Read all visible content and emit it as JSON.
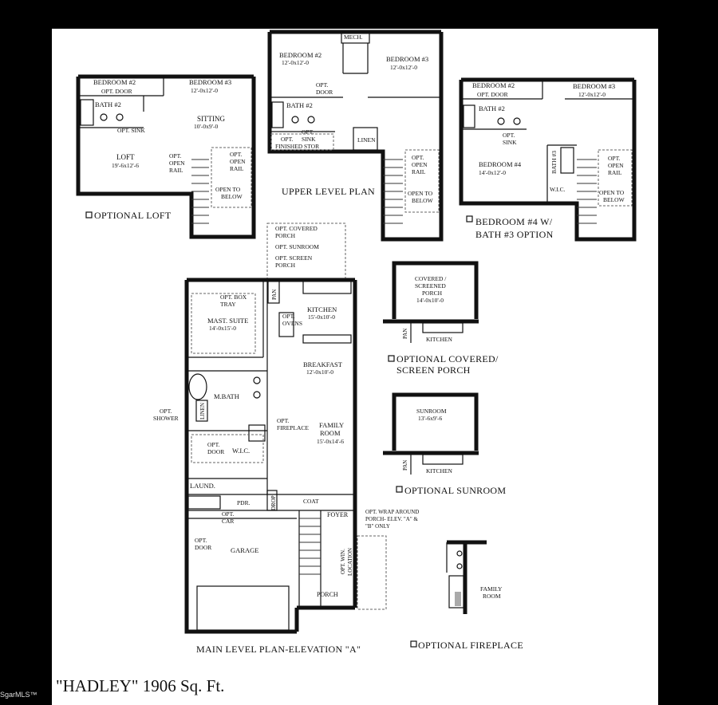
{
  "title": "\"HADLEY\" 1906 Sq. Ft.",
  "watermark": "SgarMLS™",
  "captions": {
    "optional_loft": "OPTIONAL LOFT",
    "upper_level_plan": "UPPER LEVEL PLAN",
    "bedroom4_line1": "BEDROOM #4 W/",
    "bedroom4_line2": "BATH #3 OPTION",
    "covered_line1": "OPTIONAL COVERED/",
    "covered_line2": "SCREEN PORCH",
    "optional_sunroom": "OPTIONAL SUNROOM",
    "main_level": "MAIN LEVEL PLAN-ELEVATION \"A\"",
    "optional_fireplace": "OPTIONAL FIREPLACE"
  },
  "loft_plan": {
    "bedroom2": "BEDROOM #2",
    "opt_door": "OPT. DOOR",
    "bedroom3": "BEDROOM #3",
    "bedroom3_dim": "12'-0x12'-0",
    "bath2": "BATH #2",
    "opt_sink": "OPT. SINK",
    "sitting": "SITTING",
    "sitting_dim": "10'-0x9'-0",
    "loft": "LOFT",
    "loft_dim": "19'-6x12'-6",
    "opt": "OPT.",
    "open": "OPEN",
    "rail": "RAIL",
    "opt2": "OPT.",
    "open2": "OPEN",
    "rail2": "RAIL",
    "open_to": "OPEN TO",
    "below": "BELOW"
  },
  "upper_plan": {
    "mech": "MECH.",
    "bedroom2": "BEDROOM #2",
    "bedroom2_dim": "12'-0x12'-0",
    "bedroom3": "BEDROOM #3",
    "bedroom3_dim": "12'-0x12'-0",
    "opt": "OPT.",
    "door": "DOOR",
    "bath2": "BATH #2",
    "opt2": "OPT.",
    "sink": "SINK",
    "finished_stor": "FINISHED STOR",
    "opt3": "OPT.",
    "linen": "LINEN",
    "opt4": "OPT.",
    "open": "OPEN",
    "rail": "RAIL",
    "open_to": "OPEN TO",
    "below": "BELOW"
  },
  "bed4_plan": {
    "bedroom2": "BEDROOM #2",
    "opt_door": "OPT. DOOR",
    "bedroom3": "BEDROOM #3",
    "bedroom3_dim": "12'-0x12'-0",
    "bath2": "BATH #2",
    "opt": "OPT.",
    "sink": "SINK",
    "bedroom4": "BEDROOM #4",
    "bedroom4_dim": "14'-0x12'-0",
    "bath3": "BATH #3",
    "wic": "W.I.C.",
    "opt2": "OPT.",
    "open": "OPEN",
    "rail": "RAIL",
    "open_to": "OPEN TO",
    "below": "BELOW"
  },
  "main_plan": {
    "opt_covered": "OPT. COVERED",
    "porch1": "PORCH",
    "opt_sunroom": "OPT. SUNROOM",
    "opt_screen": "OPT. SCREEN",
    "porch2": "PORCH",
    "opt_box": "OPT. BOX",
    "tray": "TRAY",
    "pan": "PAN",
    "kitchen": "KITCHEN",
    "kitchen_dim": "15'-0x10'-0",
    "opt": "OPT.",
    "ovens": "OVENS",
    "mast_suite": "MAST. SUITE",
    "mast_dim": "14'-0x15'-0",
    "breakfast": "BREAKFAST",
    "breakfast_dim": "12'-0x10'-0",
    "mbath": "M.BATH",
    "opt_shower1": "OPT.",
    "opt_shower2": "SHOWER",
    "linen": "LINEN",
    "opt_fp": "OPT.",
    "fireplace": "FIREPLACE",
    "family": "FAMILY",
    "room": "ROOM",
    "family_dim": "15'-0x14'-6",
    "opt2": "OPT.",
    "door": "DOOR",
    "wic": "W.I.C.",
    "laund": "LAUND.",
    "pdr": "PDR.",
    "drop": "DROP",
    "coat": "COAT",
    "wrap1": "OPT. WRAP AROUND",
    "wrap2": "PORCH- ELEV. \"A\" &",
    "wrap3": "\"B\" ONLY",
    "opt3": "OPT.",
    "car": "CAR",
    "foyer": "FOYER",
    "opt4": "OPT.",
    "door2": "DOOR",
    "garage": "GARAGE",
    "win1": "OPT. WIN.",
    "win2": "LOCATION",
    "porch": "PORCH"
  },
  "covered_plan": {
    "l1": "COVERED /",
    "l2": "SCREENED",
    "l3": "PORCH",
    "dim": "14'-0x10'-0",
    "pan": "PAN",
    "kitchen": "KITCHEN"
  },
  "sunroom_plan": {
    "sunroom": "SUNROOM",
    "dim": "13'-6x9'-6",
    "pan": "PAN",
    "kitchen": "KITCHEN"
  },
  "fireplace_plan": {
    "family": "FAMILY",
    "room": "ROOM"
  }
}
